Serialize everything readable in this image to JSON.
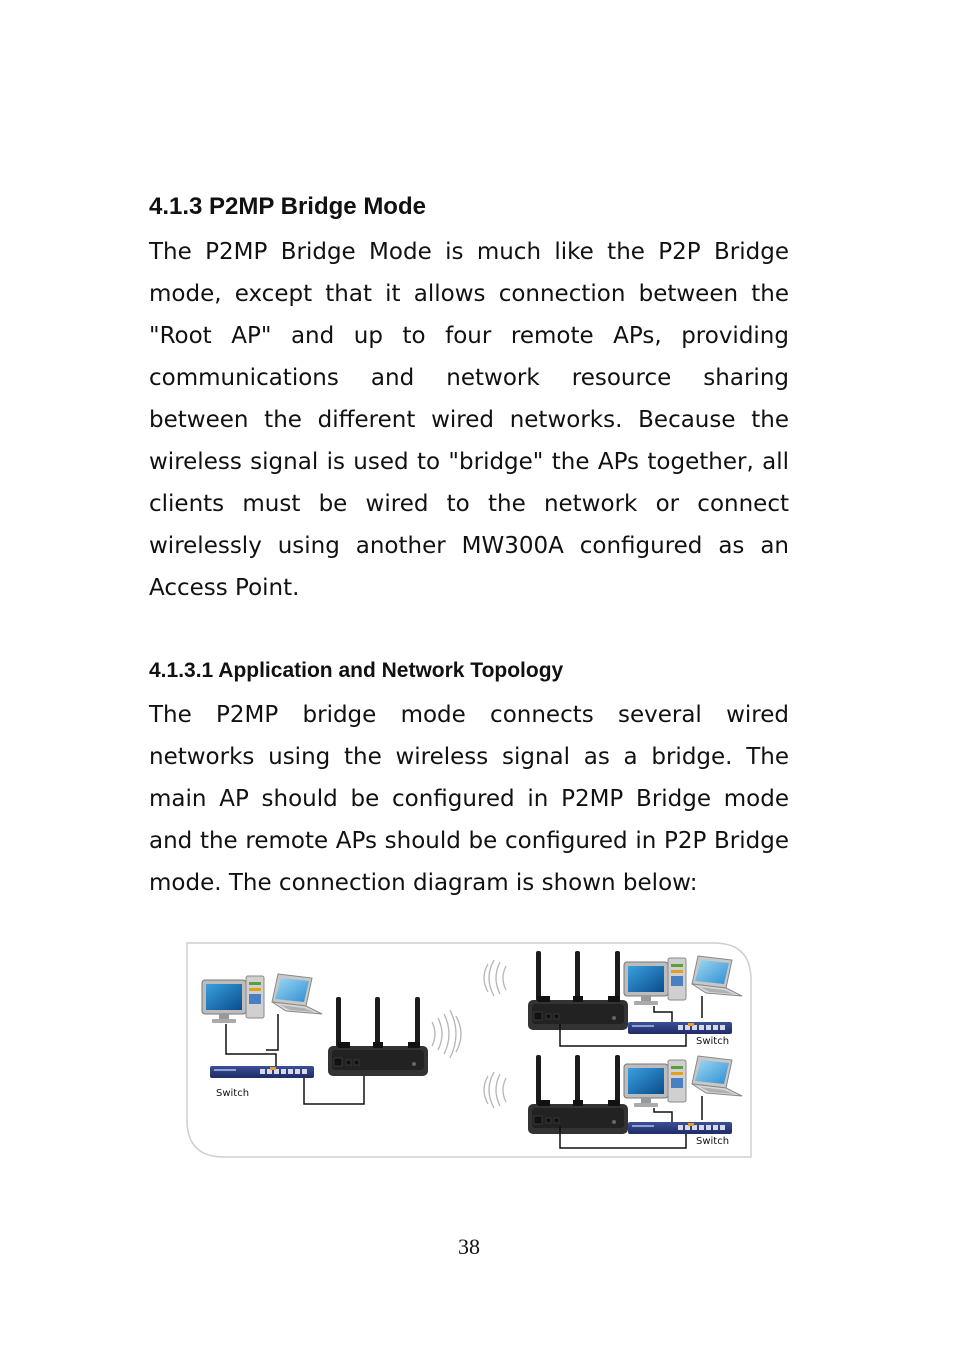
{
  "section": {
    "title": "4.1.3 P2MP Bridge Mode",
    "paragraph_lines": [
      "The P2MP Bridge Mode is much like the P2P Bridge",
      "mode, except that it allows connection between the",
      "\"Root AP\" and up to four remote APs, providing",
      "communications and network resource sharing",
      "between the different wired networks. Because the",
      "wireless signal is used to \"bridge\" the APs together, all",
      "clients must be wired to the network or connect",
      "wirelessly using another MW300A configured as an",
      "Access Point."
    ]
  },
  "subsection": {
    "title": "4.1.3.1 Application and Network Topology",
    "paragraph_lines": [
      "The P2MP bridge mode connects several wired",
      "networks using the wireless signal as a bridge. The",
      "main AP should be configured in P2MP Bridge mode",
      "and the remote APs should be configured in P2P Bridge",
      "mode. The connection diagram is shown below:"
    ]
  },
  "diagram": {
    "switch_label_left": "Switch",
    "switch_label_top_right": "Switch",
    "switch_label_bottom_right": "Switch"
  },
  "page_number": "38"
}
